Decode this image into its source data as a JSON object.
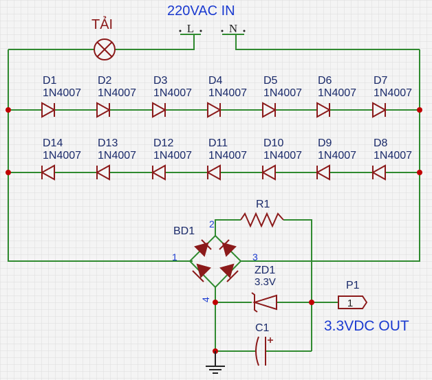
{
  "colors": {
    "wire": "#2f8a2f",
    "component": "#8b1a1a",
    "label_blue": "#1a3ad0",
    "label_dark": "#1a2a6a",
    "pin": "#1a3ad0",
    "grid": "#dcdcdc",
    "background": "#f4f4f4"
  },
  "title": "220VAC IN",
  "load": {
    "label": "TẢI"
  },
  "ac_terminals": {
    "l": "L",
    "n": "N"
  },
  "diodes_forward": [
    {
      "ref": "D1",
      "value": "1N4007"
    },
    {
      "ref": "D2",
      "value": "1N4007"
    },
    {
      "ref": "D3",
      "value": "1N4007"
    },
    {
      "ref": "D4",
      "value": "1N4007"
    },
    {
      "ref": "D5",
      "value": "1N4007"
    },
    {
      "ref": "D6",
      "value": "1N4007"
    },
    {
      "ref": "D7",
      "value": "1N4007"
    }
  ],
  "diodes_reverse": [
    {
      "ref": "D14",
      "value": "1N4007"
    },
    {
      "ref": "D13",
      "value": "1N4007"
    },
    {
      "ref": "D12",
      "value": "1N4007"
    },
    {
      "ref": "D11",
      "value": "1N4007"
    },
    {
      "ref": "D10",
      "value": "1N4007"
    },
    {
      "ref": "D9",
      "value": "1N4007"
    },
    {
      "ref": "D8",
      "value": "1N4007"
    }
  ],
  "resistor": {
    "ref": "R1"
  },
  "bridge": {
    "ref": "BD1",
    "pins": [
      "1",
      "2",
      "3",
      "4"
    ]
  },
  "zener": {
    "ref": "ZD1",
    "value": "3.3V"
  },
  "capacitor": {
    "ref": "C1"
  },
  "connector": {
    "ref": "P1",
    "pin": "1"
  },
  "output_label": "3.3VDC OUT"
}
